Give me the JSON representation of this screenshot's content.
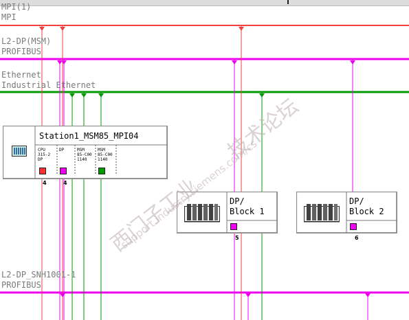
{
  "colors": {
    "mpi": "#f04040",
    "profibus": "#ee00ee",
    "ethernet": "#009900",
    "module_red": "#ff3030",
    "module_pink": "#ee00ee",
    "module_green": "#009900"
  },
  "networks": {
    "mpi": {
      "name": "MPI(1)",
      "type": "MPI"
    },
    "dp_msm": {
      "name": "L2-DP(MSM)",
      "type": "PROFIBUS"
    },
    "ethernet": {
      "name": "Ethernet",
      "type": "Industrial Ethernet"
    },
    "dp_snh": {
      "name": "L2-DP_SNH1001-1",
      "type": "PROFIBUS"
    }
  },
  "station": {
    "title": "Station1_MSM85_MPI04",
    "icon": "plc-rack-icon",
    "slots": [
      {
        "text": "CPU\n315-2\nDP",
        "led": "red"
      },
      {
        "text": "DP",
        "led": "pink"
      },
      {
        "text": "MSM\n85-C00\n1140",
        "led": "none"
      },
      {
        "text": "MSM\n85-C00\n1140",
        "led": "green"
      }
    ],
    "numbers": [
      "4",
      "4"
    ]
  },
  "blocks": [
    {
      "label": "DP/\nBlock 1",
      "number": "5",
      "icon": "io-rack-icon"
    },
    {
      "label": "DP/\nBlock 2",
      "number": "6",
      "icon": "io-rack-icon"
    }
  ],
  "watermark": {
    "line1": "西门子工业",
    "line2": "support.industry.siemens.com/cs",
    "line3": "技术论坛"
  }
}
